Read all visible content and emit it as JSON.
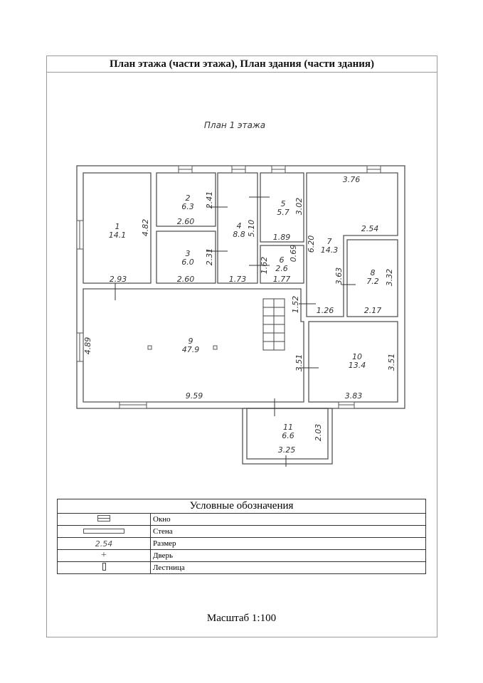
{
  "header": {
    "title": "План этажа (части этажа), План здания (части здания)"
  },
  "plan": {
    "subtitle": "План 1 этажа",
    "rooms": [
      {
        "number": "1",
        "area": "14.1"
      },
      {
        "number": "2",
        "area": "6.3"
      },
      {
        "number": "3",
        "area": "6.0"
      },
      {
        "number": "4",
        "area": "8.8"
      },
      {
        "number": "5",
        "area": "5.7"
      },
      {
        "number": "6",
        "area": "2.6"
      },
      {
        "number": "7",
        "area": "14.3"
      },
      {
        "number": "8",
        "area": "7.2"
      },
      {
        "number": "9",
        "area": "47.9"
      },
      {
        "number": "10",
        "area": "13.4"
      },
      {
        "number": "11",
        "area": "6.6"
      }
    ],
    "dims": [
      "4.82",
      "2.93",
      "2.41",
      "2.60",
      "2.31",
      "2.60",
      "5.10",
      "1.73",
      "3.02",
      "1.89",
      "0.69",
      "1.62",
      "1.77",
      "3.76",
      "2.54",
      "6.20",
      "3.63",
      "1.26",
      "3.32",
      "2.17",
      "1.52",
      "4.89",
      "9.59",
      "3.51",
      "3.51",
      "3.83",
      "2.03",
      "3.25"
    ]
  },
  "legend": {
    "title": "Условные обозначения",
    "rows": [
      {
        "symbol": "window-icon",
        "label": "Окно"
      },
      {
        "symbol": "wall-icon",
        "label": "Стена"
      },
      {
        "symbol": "dimension",
        "sample": "2.54",
        "label": "Размер"
      },
      {
        "symbol": "door-icon",
        "label": "Дверь"
      },
      {
        "symbol": "stairs-icon",
        "label": "Лестница"
      }
    ]
  },
  "footer": {
    "scale": "Масштаб 1:100"
  }
}
